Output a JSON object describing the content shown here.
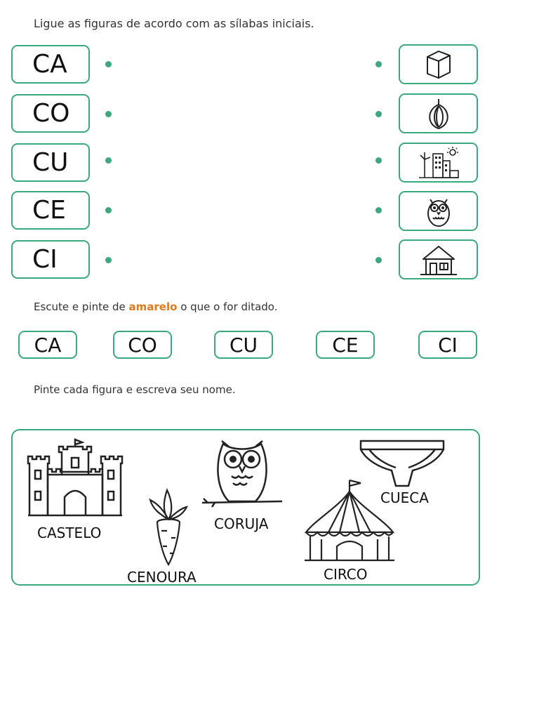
{
  "instructions": {
    "line1": "Ligue as figuras de acordo com as sílabas iniciais.",
    "line2_pre": "Escute e pinte de ",
    "line2_highlight": "amarelo",
    "line2_post": " o que o for ditado.",
    "line3": "Pinte cada figura  e  escreva  seu nome."
  },
  "syllables_left": [
    "CA",
    "CO",
    "CU",
    "CE",
    "CI"
  ],
  "pictures_right": [
    "cube-icon",
    "onion-icon",
    "city-icon",
    "owl-icon",
    "house-icon"
  ],
  "dictation_syllables": [
    "CA",
    "CO",
    "CU",
    "CE",
    "CI"
  ],
  "figures": {
    "castelo": "CASTELO",
    "cenoura": "CENOURA",
    "coruja": "CORUJA",
    "circo": "CIRCO",
    "cueca": "CUECA"
  },
  "colors": {
    "accent": "#3aa97d",
    "highlight": "#e07a1c"
  }
}
